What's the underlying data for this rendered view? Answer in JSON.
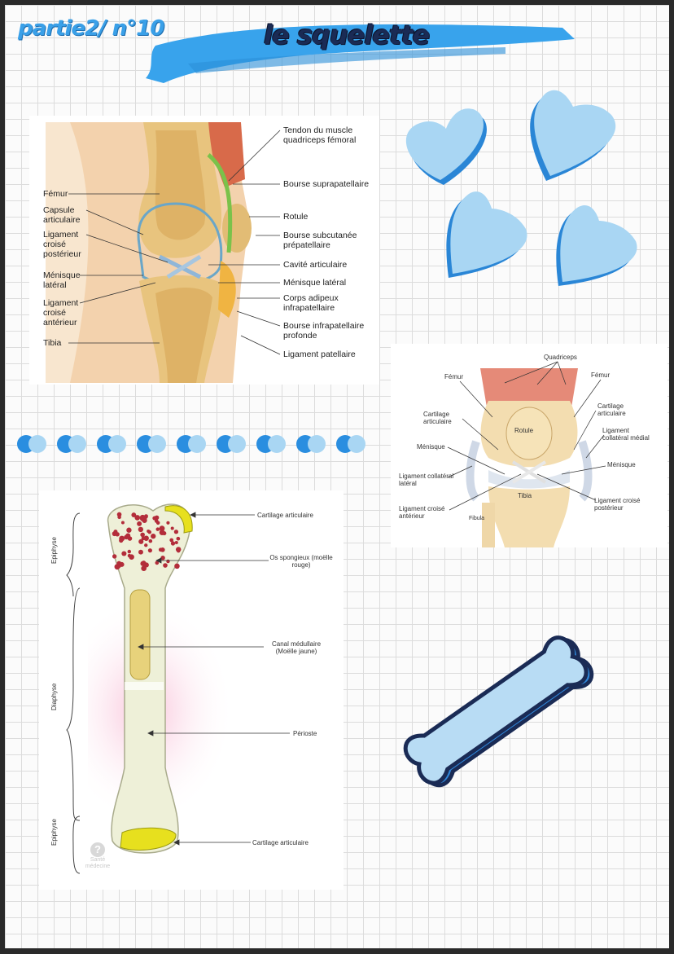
{
  "header": {
    "part_label": "partie2/ n°10",
    "title": "le squelette"
  },
  "colors": {
    "accent_blue": "#3aa0e8",
    "light_blue": "#a9d6f3",
    "title_navy": "#1a2b55"
  },
  "knee_sagittal": {
    "left_labels": [
      "Fémur",
      "Capsule articulaire",
      "Ligament croisé postérieur",
      "Ménisque latéral",
      "Ligament croisé antérieur",
      "Tibia"
    ],
    "right_labels": [
      "Tendon du muscle quadriceps fémoral",
      "Bourse suprapatellaire",
      "Rotule",
      "Bourse subcutanée prépatellaire",
      "Cavité articulaire",
      "Ménisque latéral",
      "Corps adipeux infrapatellaire",
      "Bourse infrapatellaire profonde",
      "Ligament patellaire"
    ]
  },
  "knee_front": {
    "labels": {
      "quadriceps": "Quadriceps",
      "femur_left": "Fémur",
      "femur_right": "Fémur",
      "cartilage_left": "Cartilage articulaire",
      "cartilage_right": "Cartilage articulaire",
      "rotule": "Rotule",
      "menisque_left": "Ménisque",
      "menisque_right": "Ménisque",
      "ligament_medial": "Ligament collatéral médial",
      "ligament_lateral": "Ligament collatéral latéral",
      "tibia": "Tibia",
      "fibula": "Fibula",
      "lca": "Ligament croisé antérieur",
      "lcp": "Ligament croisé postérieur"
    }
  },
  "long_bone": {
    "side_labels": [
      "Epiphyse",
      "Diaphyse",
      "Epiphyse"
    ],
    "labels": [
      "Cartilage articulaire",
      "Os spongieux (moëlle rouge)",
      "Canal médullaire (Moëlle jaune)",
      "Périoste",
      "Cartilage articulaire"
    ],
    "watermark": "Santé médecine"
  },
  "icons": [
    "heart-icon",
    "heart-icon",
    "heart-icon",
    "heart-icon",
    "bone-icon"
  ]
}
